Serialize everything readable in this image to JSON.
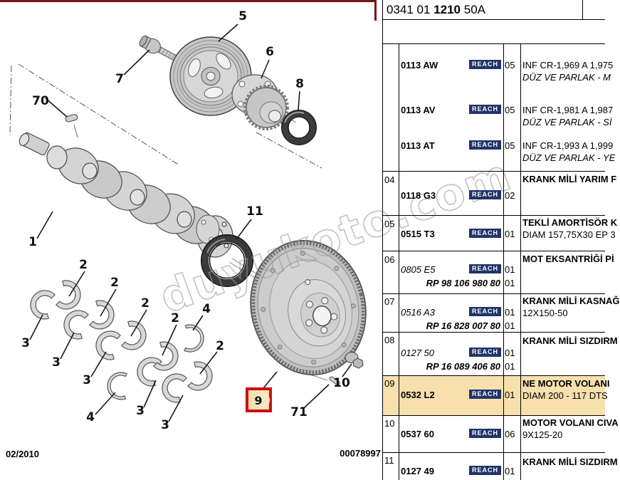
{
  "title_block": {
    "code_prefix": "0341 01 ",
    "code_main": "1210",
    "code_suffix": " 50A"
  },
  "footer": {
    "date": "02/2010",
    "doc_number": "00078997"
  },
  "watermark_text": "duyukoto.com",
  "badge_label": "REACH",
  "colors": {
    "top_bar": "#701818",
    "reach_badge_bg": "#213468",
    "row_highlight": "#f8dfae",
    "callout_box_border": "#cc1111",
    "callout_box_fill": "#f2e1b4"
  },
  "diagram": {
    "callouts": {
      "c1": "1",
      "c2": "2",
      "c3": "3",
      "c4": "4",
      "c5": "5",
      "c6": "6",
      "c7": "7",
      "c8": "8",
      "c9": "9",
      "c10": "10",
      "c11": "11",
      "c70": "70",
      "c71": "71"
    }
  },
  "table": {
    "group_013": {
      "items": [
        {
          "part": "0113 AW",
          "qty": "05",
          "desc_line1": "INF CR-1,969 A 1,975",
          "desc_line2": "DÜZ VE PARLAK - M"
        },
        {
          "part": "0113 AV",
          "qty": "05",
          "desc_line1": "INF CR-1,981 A 1,987",
          "desc_line2": "DÜZ VE PARLAK - Sİ"
        },
        {
          "part": "0113 AT",
          "qty": "05",
          "desc_line1": "INF CR-1,993 A 1,999",
          "desc_line2": "DÜZ VE PARLAK - YE"
        }
      ]
    },
    "rows": [
      {
        "num": "04",
        "part": "0118 G3",
        "qty": "02",
        "desc_line1": "KRANK MİLİ YARIM F"
      },
      {
        "num": "05",
        "part": "0515 T3",
        "qty": "01",
        "desc_line1": "TEKLİ AMORTİSÖR K",
        "desc_line2": "DIAM 157,75X30 EP 3"
      },
      {
        "num": "06",
        "part": "0805 E5",
        "replacement": "RP 98 106 980 80",
        "qty": "01",
        "qty2": "01",
        "desc_line1": "MOT EKSANTRİĞİ Pİ"
      },
      {
        "num": "07",
        "part": "0516 A3",
        "replacement": "RP 16 828 007 80",
        "qty": "01",
        "qty2": "01",
        "desc_line1": "KRANK MİLİ KASNAĞ",
        "desc_line2": "12X150-50"
      },
      {
        "num": "08",
        "part": "0127 50",
        "replacement": "RP 16 089 406 80",
        "qty": "01",
        "qty2": "01",
        "desc_line1": "KRANK MİLİ SIZDIRM"
      },
      {
        "num": "09",
        "part": "0532 L2",
        "qty": "01",
        "desc_line1": "NE MOTOR VOLANI",
        "desc_line2": "DIAM 200 - 117 DTS"
      },
      {
        "num": "10",
        "part": "0537 60",
        "qty": "06",
        "desc_line1": "MOTOR VOLANI CIVA",
        "desc_line2": "9X125-20"
      },
      {
        "num": "11",
        "part": "0127 49",
        "qty": "01",
        "desc_line1": "KRANK MİLİ SIZDIRM"
      }
    ]
  }
}
